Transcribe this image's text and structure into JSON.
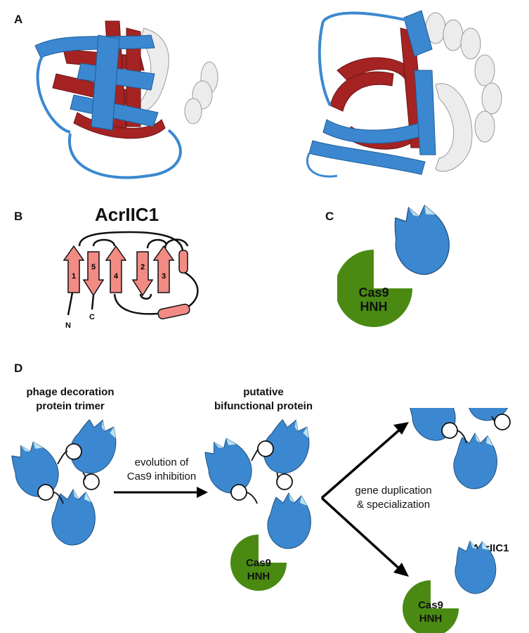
{
  "panels": {
    "a": "A",
    "b": "B",
    "c": "C",
    "d": "D"
  },
  "panel_b": {
    "title": "AcrIIC1",
    "strands": [
      "1",
      "5",
      "4",
      "2",
      "3"
    ],
    "n_term": "N",
    "c_term": "C"
  },
  "cas9": {
    "line1": "Cas9",
    "line2": "HNH"
  },
  "panel_d": {
    "stage1": {
      "line1": "phage decoration",
      "line2": "protein trimer"
    },
    "stage2": {
      "line1": "putative",
      "line2": "bifunctional protein"
    },
    "arrow1": {
      "line1": "evolution of",
      "line2": "Cas9 inhibition"
    },
    "arrow2": {
      "line1": "gene duplication",
      "line2": "& specialization"
    },
    "final_label": "AcrIIC1"
  },
  "colors": {
    "blue": "#3b88d0",
    "red": "#a52323",
    "pink": "#f28b84",
    "green": "#4a8a12",
    "light": "#bde3ee"
  }
}
